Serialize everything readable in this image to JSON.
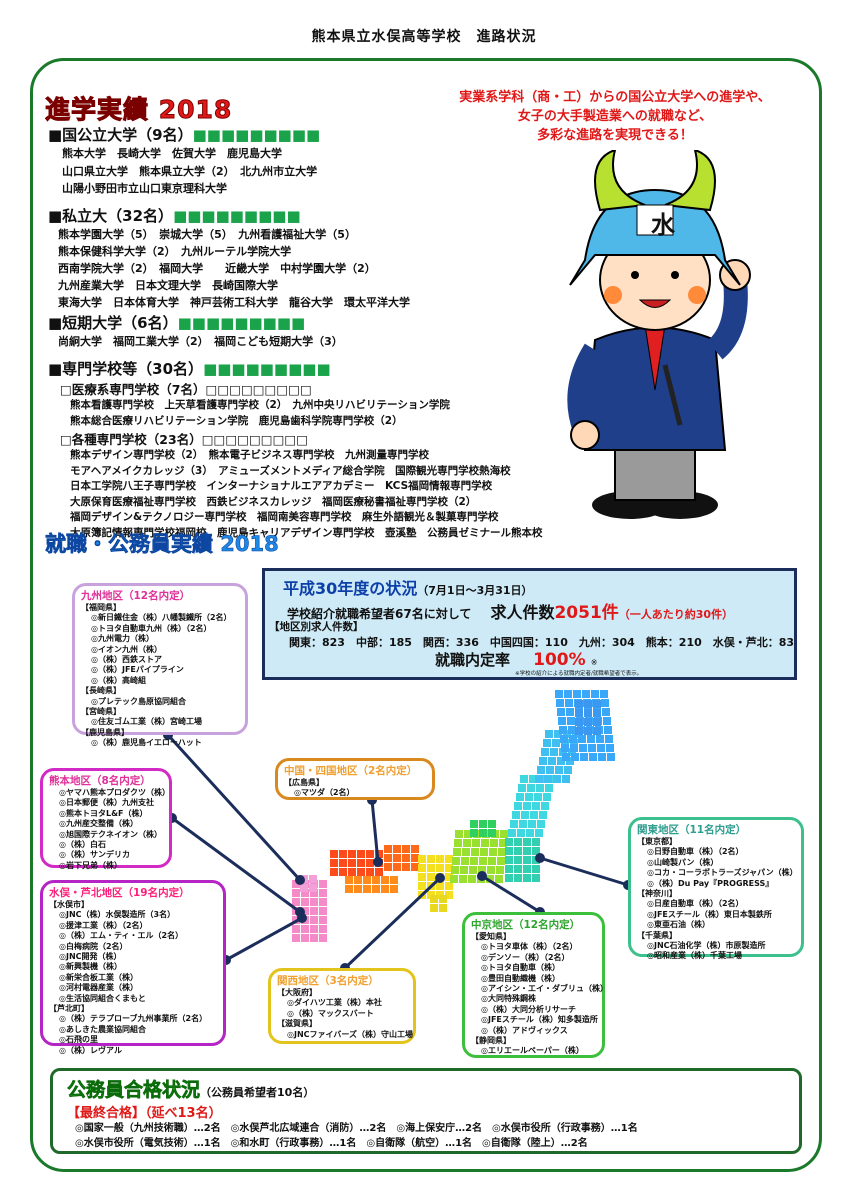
{
  "doc_title": "熊本県立水俣高等学校　進路状況",
  "slogan": [
    "実業系学科（商・工）からの国公立大学への進学や、",
    "女子の大手製造業への就職など、",
    "多彩な進路を実現できる！"
  ],
  "advancement": {
    "title": "進学実績 2018",
    "national": {
      "heading": "■国公立大学（9名）",
      "markers": "■■■■■■■■■",
      "lines": [
        "熊本大学　長崎大学　佐賀大学　鹿児島大学",
        "山口県立大学　熊本県立大学（2）　北九州市立大学",
        "山陽小野田市立山口東京理科大学"
      ]
    },
    "private": {
      "heading": "■私立大（32名）",
      "markers": "■■■■■■■■■",
      "lines": [
        "熊本学園大学（5）　崇城大学（5）　九州看護福祉大学（5）",
        "熊本保健科学大学（2）　九州ルーテル学院大学",
        "西南学院大学（2）　福岡大学　　近畿大学　中村学園大学（2）",
        "九州産業大学　日本文理大学　長崎国際大学",
        "東海大学　日本体育大学　神戸芸術工科大学　龍谷大学　環太平洋大学"
      ]
    },
    "junior": {
      "heading": "■短期大学（6名）",
      "markers": "■■■■■■■■■",
      "lines": [
        "尚絅大学　福岡工業大学（2）　福岡こども短期大学（3）"
      ]
    },
    "vocational": {
      "heading": "■専門学校等（30名）",
      "markers": "■■■■■■■■■",
      "medical": {
        "heading": "□医療系専門学校（7名）□□□□□□□□□",
        "lines": [
          "熊本看護専門学校　上天草看護専門学校（2）　九州中央リハビリテーション学院",
          "熊本総合医療リハビリテーション学院　鹿児島歯科学院専門学校（2）"
        ]
      },
      "various": {
        "heading": "□各種専門学校（23名）□□□□□□□□□",
        "lines": [
          "熊本デザイン専門学校（2）　熊本電子ビジネス専門学校　九州測量専門学校",
          "モアヘアメイクカレッジ（3）　アミューズメントメディア総合学院　国際観光専門学校熱海校",
          "日本工学院八王子専門学校　インターナショナルエアアカデミー　KCS福岡情報専門学校",
          "大原保育医療福祉専門学校　西鉄ビジネスカレッジ　福岡医療秘書福祉専門学校（2）",
          "福岡デザイン&テクノロジー専門学校　福岡南美容専門学校　麻生外語観光＆製菓専門学校",
          "大原簿記情報専門学校福岡校　鹿児島キャリアデザイン専門学校　壺溪塾　公務員ゼミナール熊本校"
        ]
      }
    }
  },
  "employment": {
    "title": "就職・公務員実績 2018",
    "summary": {
      "heading": "平成30年度の状況",
      "period": "（7月1日〜3月31日）",
      "applicants": "学校紹介就職希望者67名に対して",
      "offers_label": "求人件数",
      "offers_value": "2051件",
      "offers_note": "（一人あたり約30件）",
      "regional_heading": "【地区別求人件数】",
      "regional": "関東：823　中部：185　関西：336　中国四国：110　九州：304　熊本：210　水俣・芦北：83",
      "rate_label": "就職内定率",
      "rate_value": "100%",
      "rate_mark": "※",
      "footnote": "※学校の紹介による就職内定者/就職希望者で表示。"
    },
    "regions": [
      {
        "title": "九州地区（12名内定）",
        "color": "#c8a2dc",
        "title_color": "#e0309a",
        "lines": [
          [
            "h",
            "【福岡県】"
          ],
          [
            "i",
            "◎新日鐵住金（株）八幡製鐵所（2名）"
          ],
          [
            "i",
            "◎トヨタ自動車九州（株）（2名）"
          ],
          [
            "i",
            "◎九州電力（株）"
          ],
          [
            "i",
            "◎イオン九州（株）"
          ],
          [
            "i",
            "◎（株）西鉄ストア"
          ],
          [
            "i",
            "◎（株）JFEパイプライン"
          ],
          [
            "i",
            "◎（株）高崎組"
          ],
          [
            "h",
            "【長崎県】"
          ],
          [
            "i",
            "◎プレテック島原協同組合"
          ],
          [
            "h",
            "【宮崎県】"
          ],
          [
            "i",
            "◎住友ゴム工業（株）宮崎工場"
          ],
          [
            "h",
            "【鹿児島県】"
          ],
          [
            "i",
            "◎（株）鹿児島イエローハット"
          ]
        ]
      },
      {
        "title": "熊本地区（8名内定）",
        "color": "#d22ac4",
        "title_color": "#e0309a",
        "lines": [
          [
            "i",
            "◎ヤマハ熊本プロダクツ（株）"
          ],
          [
            "i",
            "◎日本郵便（株）九州支社"
          ],
          [
            "i",
            "◎熊本トヨタL&F（株）"
          ],
          [
            "i",
            "◎九州産交整備（株）"
          ],
          [
            "i",
            "◎旭国際テクネイオン（株）"
          ],
          [
            "i",
            "◎（株）白石"
          ],
          [
            "i",
            "◎（株）サンデリカ"
          ],
          [
            "i",
            "◎岩下兄弟（株）"
          ]
        ]
      },
      {
        "title": "水俣・芦北地区（19名内定）",
        "color": "#b524c4",
        "title_color": "#ff1f7a",
        "lines": [
          [
            "h",
            "【水俣市】"
          ],
          [
            "i",
            "◎JNC（株）水俣製造所（3名）"
          ],
          [
            "i",
            "◎援津工業（株）（2名）"
          ],
          [
            "i",
            "◎（株）エム・ティ・エル（2名）"
          ],
          [
            "i",
            "◎白梅病院（2名）"
          ],
          [
            "i",
            "◎JNC開発（株）"
          ],
          [
            "i",
            "◎新興製機（株）"
          ],
          [
            "i",
            "◎新栄合板工業（株）"
          ],
          [
            "i",
            "◎河村電器産業（株）"
          ],
          [
            "i",
            "◎生活協同組合くまもと"
          ],
          [
            "h",
            "【芦北町】"
          ],
          [
            "i",
            "◎（株）テラプローブ九州事業所（2名）"
          ],
          [
            "i",
            "◎あしきた農業協同組合"
          ],
          [
            "i",
            "◎石飛の里"
          ],
          [
            "i",
            "◎（株）レヴアル"
          ]
        ]
      },
      {
        "title": "中国・四国地区（2名内定）",
        "color": "#d98a1e",
        "title_color": "#f0a030",
        "lines": [
          [
            "h",
            "【広島県】"
          ],
          [
            "i",
            "◎マツダ（2名）"
          ]
        ]
      },
      {
        "title": "関西地区（3名内定）",
        "color": "#e3c41c",
        "title_color": "#f0a030",
        "lines": [
          [
            "h",
            "【大阪府】"
          ],
          [
            "i",
            "◎ダイハツ工業（株）本社"
          ],
          [
            "i",
            "◎（株）マックスバート"
          ],
          [
            "h",
            "【滋賀県】"
          ],
          [
            "i",
            "◎JNCファイバーズ（株）守山工場"
          ]
        ]
      },
      {
        "title": "中京地区（12名内定）",
        "color": "#3cc03c",
        "title_color": "#2ea52e",
        "lines": [
          [
            "h",
            "【愛知県】"
          ],
          [
            "i",
            "◎トヨタ車体（株）（2名）"
          ],
          [
            "i",
            "◎デンソー（株）（2名）"
          ],
          [
            "i",
            "◎トヨタ自動車（株）"
          ],
          [
            "i",
            "◎豊田自動織機（株）"
          ],
          [
            "i",
            "◎アイシン・エイ・ダブリュ（株）"
          ],
          [
            "i",
            "◎大同特殊鋼株"
          ],
          [
            "i",
            "◎（株）大同分析リサーチ"
          ],
          [
            "i",
            "◎JFEスチール（株）知多製造所"
          ],
          [
            "i",
            "◎（株）アドヴィックス"
          ],
          [
            "h",
            "【静岡県】"
          ],
          [
            "i",
            "◎エリエールペーパー（株）"
          ]
        ]
      },
      {
        "title": "関東地区（11名内定）",
        "color": "#3cc08e",
        "title_color": "#2e9e8e",
        "lines": [
          [
            "h",
            "【東京都】"
          ],
          [
            "i",
            "◎日野自動車（株）（2名）"
          ],
          [
            "i",
            "◎山崎製パン（株）"
          ],
          [
            "i",
            "◎コカ・コーラボトラーズジャパン（株）"
          ],
          [
            "i",
            "◎（株）Du Pay『PROGRESS』"
          ],
          [
            "h",
            "【神奈川】"
          ],
          [
            "i",
            "◎日産自動車（株）（2名）"
          ],
          [
            "i",
            "◎JFEスチール（株）東日本製鉄所"
          ],
          [
            "i",
            "◎東亜石油（株）"
          ],
          [
            "h",
            "【千葉県】"
          ],
          [
            "i",
            "◎JNC石油化学（株）市原製造所"
          ],
          [
            "i",
            "◎昭和産業（株）千葉工場"
          ]
        ]
      }
    ]
  },
  "public": {
    "title": "公務員合格状況",
    "applicants": "（公務員希望者10名）",
    "final": "【最終合格】（延べ13名）",
    "lines": [
      "◎国家一般（九州技術職）…2名　◎水俣芦北広域連合（消防）…2名　◎海上保安庁…2名　◎水俣市役所（行政事務）…1名",
      "◎水俣市役所（電気技術）…1名　◎和水町（行政事務）…1名　◎自衛隊（航空）…1名　◎自衛隊（陸上）…2名"
    ]
  },
  "mascot": {
    "helmet_emblem": "水"
  },
  "colors": {
    "frame": "#1a7a2a",
    "red": "#e01818",
    "blue": "#1e88e5",
    "connector": "#1b2d5a"
  }
}
